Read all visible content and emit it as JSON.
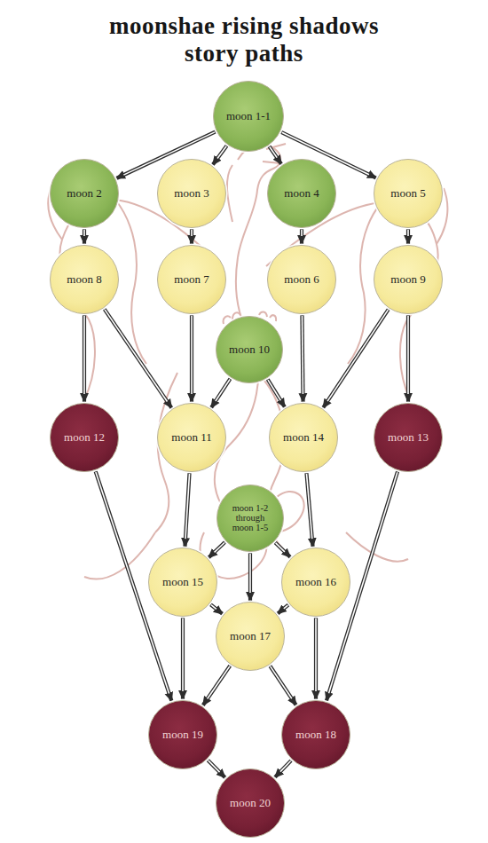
{
  "diagram": {
    "title": "moonshae rising shadows story paths",
    "nodes": [
      {
        "text": [
          "moon 1-1"
        ]
      },
      {
        "text": [
          "moon 2"
        ]
      },
      {
        "text": [
          "moon 3"
        ]
      },
      {
        "text": [
          "moon 4"
        ]
      },
      {
        "text": [
          "moon 5"
        ]
      },
      {
        "text": [
          "moon 8"
        ]
      },
      {
        "text": [
          "moon 7"
        ]
      },
      {
        "text": [
          "moon 6"
        ]
      },
      {
        "text": [
          "moon 9"
        ]
      },
      {
        "text": [
          "moon 10"
        ]
      },
      {
        "text": [
          "moon 12"
        ]
      },
      {
        "text": [
          "moon 11"
        ]
      },
      {
        "text": [
          "moon 14"
        ]
      },
      {
        "text": [
          "moon 13"
        ]
      },
      {
        "text": [
          "moon 1-2 through moon 1-5"
        ]
      },
      {
        "text": [
          "moon 15"
        ]
      },
      {
        "text": [
          "moon 16"
        ]
      },
      {
        "text": [
          "moon 17"
        ]
      },
      {
        "text": [
          "moon 19"
        ]
      },
      {
        "text": [
          "moon 18"
        ]
      },
      {
        "text": [
          "moon 20"
        ]
      }
    ],
    "edges": [
      {
        "from": 0,
        "to": 1,
        "arrow": "to"
      },
      {
        "from": 0,
        "to": 2,
        "arrow": "to"
      },
      {
        "from": 0,
        "to": 3,
        "arrow": "to"
      },
      {
        "from": 0,
        "to": 4,
        "arrow": "to"
      },
      {
        "from": 1,
        "to": 5,
        "arrow": "to"
      },
      {
        "from": 2,
        "to": 6,
        "arrow": "to"
      },
      {
        "from": 3,
        "to": 7,
        "arrow": "to"
      },
      {
        "from": 4,
        "to": 8,
        "arrow": "to"
      },
      {
        "from": 5,
        "to": 10,
        "arrow": "to"
      },
      {
        "from": 5,
        "to": 11,
        "arrow": "to"
      },
      {
        "from": 6,
        "to": 11,
        "arrow": "to"
      },
      {
        "from": 7,
        "to": 12,
        "arrow": "to"
      },
      {
        "from": 8,
        "to": 12,
        "arrow": "to"
      },
      {
        "from": 8,
        "to": 13,
        "arrow": "to"
      },
      {
        "from": 9,
        "to": 11,
        "arrow": "to"
      },
      {
        "from": 9,
        "to": 12,
        "arrow": "to"
      },
      {
        "from": 10,
        "to": 18,
        "arrow": "to"
      },
      {
        "from": 13,
        "to": 19,
        "arrow": "to"
      },
      {
        "from": 11,
        "to": 15,
        "arrow": "to"
      },
      {
        "from": 12,
        "to": 16,
        "arrow": "to"
      },
      {
        "from": 14,
        "to": 15,
        "arrow": "to"
      },
      {
        "from": 14,
        "to": 17,
        "arrow": "to"
      },
      {
        "from": 14,
        "to": 16,
        "arrow": "to"
      },
      {
        "from": 15,
        "to": 17,
        "arrow": "to"
      },
      {
        "from": 16,
        "to": 17,
        "arrow": "to"
      },
      {
        "from": 15,
        "to": 18,
        "arrow": "to"
      },
      {
        "from": 17,
        "to": 18,
        "arrow": "to"
      },
      {
        "from": 17,
        "to": 19,
        "arrow": "to"
      },
      {
        "from": 16,
        "to": 19,
        "arrow": "to"
      },
      {
        "from": 18,
        "to": 20,
        "arrow": "to"
      },
      {
        "from": 19,
        "to": 20,
        "arrow": "to"
      }
    ]
  }
}
